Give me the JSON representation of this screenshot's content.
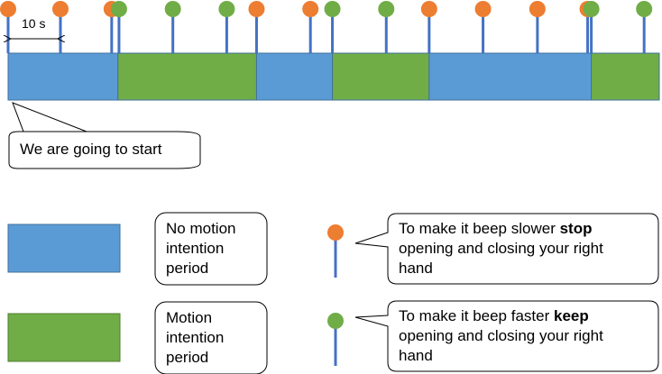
{
  "colors": {
    "no_motion": "#5b9bd5",
    "motion": "#70ad47",
    "orange_marker": "#ed7d31",
    "green_marker": "#70ad47",
    "stem": "#4472c4",
    "border": "#41719c"
  },
  "timeline": {
    "scale_label": "10 s",
    "periods": [
      {
        "type": "no_motion",
        "start": 0,
        "end": 21.0
      },
      {
        "type": "motion",
        "start": 21.0,
        "end": 47.5
      },
      {
        "type": "no_motion",
        "start": 47.5,
        "end": 62.0
      },
      {
        "type": "motion",
        "start": 62.0,
        "end": 80.5
      },
      {
        "type": "no_motion",
        "start": 80.5,
        "end": 111.5
      },
      {
        "type": "motion",
        "start": 111.5,
        "end": 124.5
      }
    ],
    "total_seconds": 124.5,
    "markers": [
      {
        "color": "orange",
        "t": 0
      },
      {
        "color": "orange",
        "t": 10
      },
      {
        "color": "orange",
        "t": 19.8
      },
      {
        "color": "green",
        "t": 21.2
      },
      {
        "color": "green",
        "t": 31.5
      },
      {
        "color": "green",
        "t": 41.8
      },
      {
        "color": "orange",
        "t": 47.5
      },
      {
        "color": "orange",
        "t": 57.8
      },
      {
        "color": "green",
        "t": 62.0
      },
      {
        "color": "green",
        "t": 72.3
      },
      {
        "color": "orange",
        "t": 80.5
      },
      {
        "color": "orange",
        "t": 90.8
      },
      {
        "color": "orange",
        "t": 101.2
      },
      {
        "color": "orange",
        "t": 110.8
      },
      {
        "color": "green",
        "t": 111.5
      },
      {
        "color": "green",
        "t": 121.6
      }
    ]
  },
  "start_callout": {
    "text": "We are going to start"
  },
  "legend": {
    "no_motion_label_lines": [
      "No motion",
      "intention",
      "period"
    ],
    "motion_label_lines": [
      "Motion",
      "intention",
      "period"
    ],
    "slower": {
      "prefix": "To make it beep slower ",
      "bold": "stop",
      "line2": "opening and closing your right",
      "line3": "hand"
    },
    "faster": {
      "prefix": "To make it beep faster ",
      "bold": "keep",
      "line2": "opening and closing your right",
      "line3": "hand"
    }
  }
}
